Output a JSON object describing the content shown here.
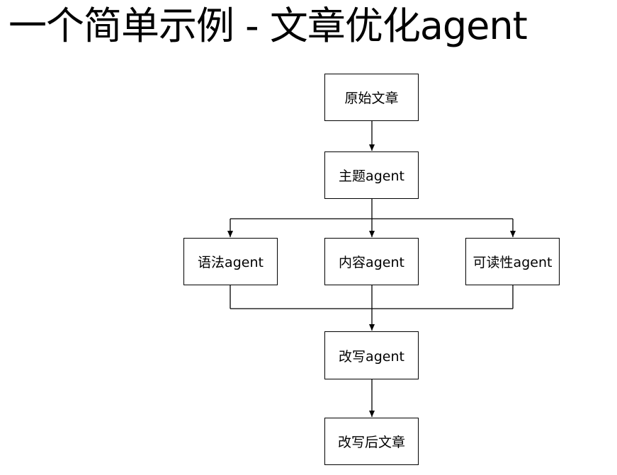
{
  "title": "一个简单示例 - 文章优化agent",
  "nodes": {
    "original": "原始文章",
    "topic": "主题agent",
    "grammar": "语法agent",
    "content": "内容agent",
    "readability": "可读性agent",
    "rewrite": "改写agent",
    "rewritten": "改写后文章"
  },
  "colors": {
    "stroke": "#000000",
    "background": "#ffffff"
  }
}
